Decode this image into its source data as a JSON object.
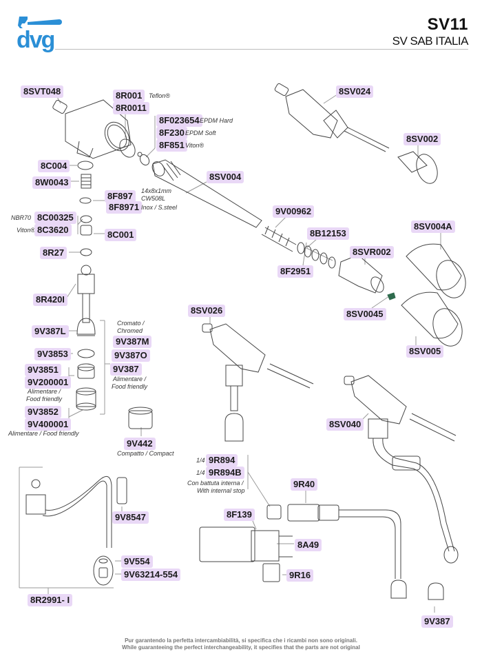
{
  "header": {
    "brand": "dvg",
    "brand_color": "#2b8fd6",
    "model": "SV11",
    "subtitle": "SV SAB ITALIA"
  },
  "label_color": "#e9d8f6",
  "parts": {
    "p8SVT048": "8SVT048",
    "p8R001": "8R001",
    "p8R001_note": "Teflon®",
    "p8R0011": "8R0011",
    "p8F023654": "8F023654",
    "p8F023654_note": "EPDM Hard",
    "p8F230": "8F230",
    "p8F230_note": "EPDM Soft",
    "p8F851": "8F851",
    "p8F851_note": "Viton®",
    "p8C004": "8C004",
    "p8W0043": "8W0043",
    "p8SV004": "8SV004",
    "p8F897": "8F897",
    "p8F8971": "8F8971",
    "p8F897_note1": "14x8x1mm",
    "p8F897_note2": "CW508L",
    "p8F8971_note": "Inox / S.steel",
    "p8C00325": "8C00325",
    "p8C00325_note": "NBR70",
    "p8C3620": "8C3620",
    "p8C3620_note": "Viton®",
    "p8C001": "8C001",
    "p8R27": "8R27",
    "p8R420I": "8R420I",
    "p9V387L": "9V387L",
    "cromato_note1": "Cromato /",
    "cromato_note2": "Chromed",
    "p9V387M": "9V387M",
    "p9V387O": "9V387O",
    "p9V387": "9V387",
    "food_note1": "Alimentare /",
    "food_note2": "Food friendly",
    "p9V3853": "9V3853",
    "p9V3851": "9V3851",
    "p9V200001": "9V200001",
    "p9V3852": "9V3852",
    "p9V400001": "9V400001",
    "p9V400001_note": "Alimentare / Food friendly",
    "p9V442": "9V442",
    "p9V442_note": "Compatto / Compact",
    "p9V8547": "9V8547",
    "p9V554": "9V554",
    "p9V63214_554": "9V63214-554",
    "p8R2991_I": "8R2991- I",
    "p8SV024": "8SV024",
    "p8SV002": "8SV002",
    "p9V00962": "9V00962",
    "p8B12153": "8B12153",
    "p8SVR002": "8SVR002",
    "p8F2951": "8F2951",
    "p8SV004A": "8SV004A",
    "p8SV0045": "8SV0045",
    "p8SV005": "8SV005",
    "p8SV026": "8SV026",
    "p8SV040": "8SV040",
    "p9R894": "9R894",
    "p9R894_note": "1/4",
    "p9R894B": "9R894B",
    "p9R894B_note": "1/4",
    "stop_note1": "Con battuta interna /",
    "stop_note2": "With internal stop",
    "p9R40": "9R40",
    "p8F139": "8F139",
    "p8A49": "8A49",
    "p9R16": "9R16",
    "p9V387_bottom": "9V387"
  },
  "footer": {
    "line_it": "Pur garantendo la perfetta intercambiabilità, si specifica che i ricambi non sono originali.",
    "line_en": "While guaranteeing the perfect interchangeability, it specifies that the parts are not original"
  }
}
